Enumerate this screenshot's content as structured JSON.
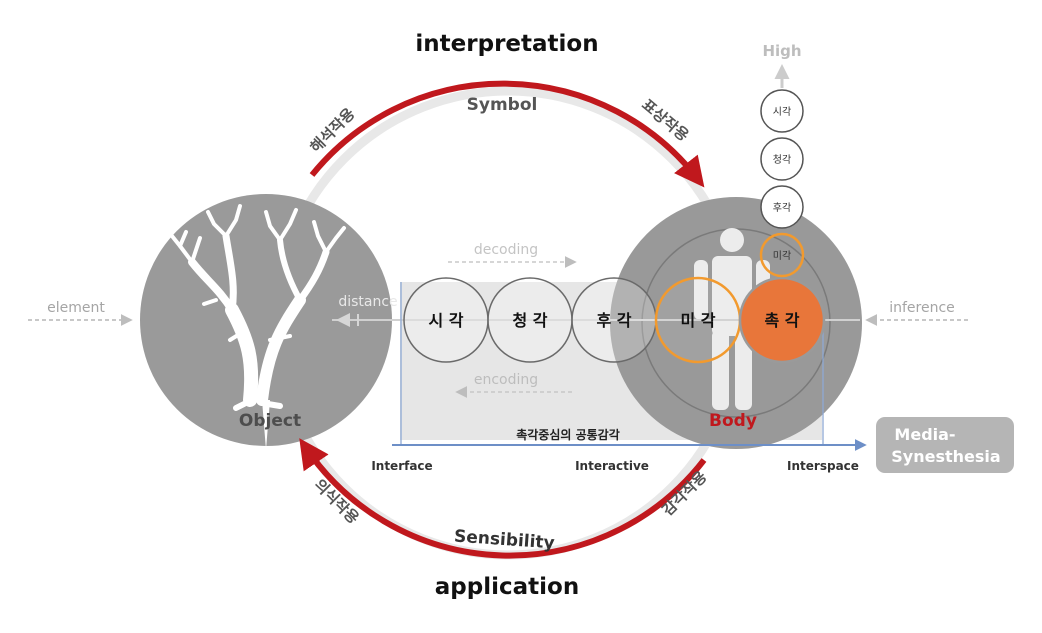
{
  "titles": {
    "top": "interpretation",
    "bottom": "application"
  },
  "arc_labels": {
    "symbol": "Symbol",
    "sensibility": "Sensibility",
    "top_left": "해석작용",
    "top_right": "표상작용",
    "bottom_left": "의식작용",
    "bottom_right": "감각작용"
  },
  "object": {
    "label": "Object"
  },
  "body": {
    "label": "Body"
  },
  "side_labels": {
    "left": "element",
    "right": "inference",
    "distance": "distance"
  },
  "flow_labels": {
    "decoding": "decoding",
    "encoding": "encoding"
  },
  "senses": [
    {
      "label": "시 각",
      "highlight": "none"
    },
    {
      "label": "청 각",
      "highlight": "none"
    },
    {
      "label": "후 각",
      "highlight": "none"
    },
    {
      "label": "미 각",
      "highlight": "outline"
    },
    {
      "label": "촉 각",
      "highlight": "fill"
    }
  ],
  "hierarchy": {
    "label": "High",
    "items": [
      {
        "label": "시각",
        "highlight": false
      },
      {
        "label": "청각",
        "highlight": false
      },
      {
        "label": "후각",
        "highlight": false
      },
      {
        "label": "미각",
        "highlight": true
      }
    ]
  },
  "axis": {
    "caption": "촉각중심의 공통감각",
    "ticks": [
      "Interface",
      "Interactive",
      "Interspace"
    ]
  },
  "media_box": {
    "line1": "Media-",
    "line2": "Synesthesia"
  },
  "colors": {
    "arc_red": "#c0181d",
    "circle_gray": "#999999",
    "orange": "#f29a2e",
    "orange_fill": "#e8763a",
    "axis_blue": "#6d8fc7",
    "media_box": "#b5b5b5"
  }
}
